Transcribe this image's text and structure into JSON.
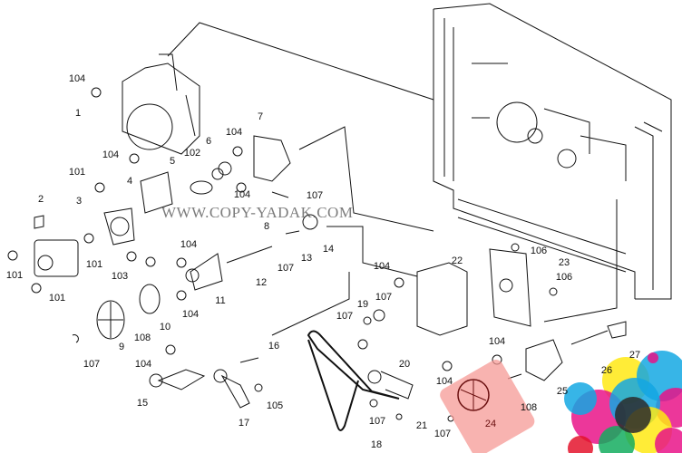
{
  "diagram": {
    "watermark": "WWW.COPY-YADAK.COM",
    "highlight_color": "#f59a96",
    "logo_colors": [
      "#e6007e",
      "#00a0e0",
      "#ffe600",
      "#1a1a1a",
      "#00a651",
      "#e2001a"
    ],
    "callouts": [
      "104",
      "1",
      "104",
      "102",
      "5",
      "6",
      "104",
      "7",
      "101",
      "4",
      "3",
      "2",
      "104",
      "8",
      "107",
      "14",
      "13",
      "107",
      "12",
      "104",
      "101",
      "103",
      "101",
      "101",
      "11",
      "104",
      "10",
      "108",
      "9",
      "107",
      "104",
      "16",
      "15",
      "17",
      "105",
      "104",
      "22",
      "106",
      "23",
      "106",
      "107",
      "19",
      "107",
      "20",
      "104",
      "104",
      "108",
      "25",
      "26",
      "27",
      "107",
      "21",
      "24",
      "107",
      "18"
    ],
    "highlighted_part": "24"
  }
}
